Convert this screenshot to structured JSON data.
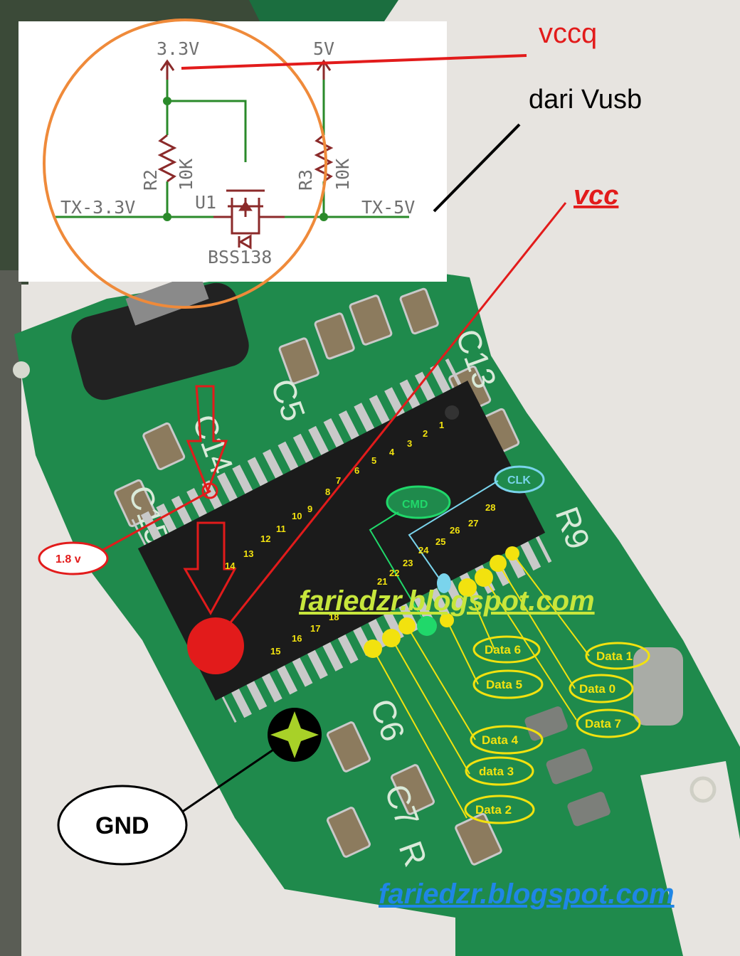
{
  "schematic": {
    "rail_3v3": "3.3V",
    "rail_5v": "5V",
    "r2_name": "R2",
    "r2_value": "10K",
    "r3_name": "R3",
    "r3_value": "10K",
    "u1_name": "U1",
    "u1_part": "BSS138",
    "net_tx_3v3": "TX-3.3V",
    "net_tx_5v": "TX-5V"
  },
  "callouts": {
    "vccq": "vccq",
    "dari_vusb": "dari Vusb",
    "vcc": "vcc",
    "v18": "1.8 v",
    "gnd": "GND",
    "cmd": "CMD",
    "clk": "CLK"
  },
  "data_labels": [
    "Data 6",
    "Data 5",
    "Data 4",
    "data 3",
    "Data 2",
    "Data 1",
    "Data 0",
    "Data 7"
  ],
  "pin_numbers": [
    "1",
    "2",
    "3",
    "4",
    "5",
    "6",
    "7",
    "8",
    "9",
    "10",
    "11",
    "12",
    "13",
    "14",
    "15",
    "16",
    "17",
    "18",
    "21",
    "22",
    "23",
    "24",
    "25",
    "26",
    "27",
    "28"
  ],
  "silkscreen": [
    "C15",
    "C5",
    "C13",
    "C14",
    "R9",
    "C6",
    "C7",
    "R"
  ],
  "watermark_1": "fariedzr.blogspot.com",
  "watermark_2": "fariedzr.blogspot.com",
  "colors": {
    "pcb": "#1f8a4c",
    "chip": "#1b1b1b",
    "callout_red": "#e21b1b",
    "data_yellow": "#f2e20f",
    "cmd_green": "#20d86a",
    "clk_cyan": "#7ad4ec",
    "watermark_green": "#c7e63c",
    "watermark_blue": "#1f86e6"
  }
}
